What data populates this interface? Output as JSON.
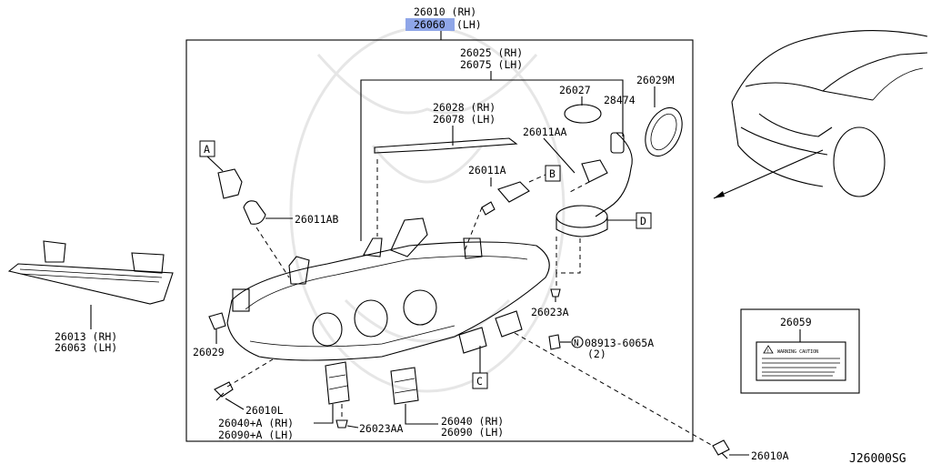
{
  "title_labels": {
    "rh": "26010 (RH)",
    "lh_code": "26060",
    "lh_suffix": "(LH)"
  },
  "labels": {
    "housing": [
      "26025 (RH)",
      "26075 (LH)"
    ],
    "lens_strip": [
      "26028 (RH)",
      "26078 (LH)"
    ],
    "seal_27": "26027",
    "harness": "28474",
    "cap": "26029M",
    "bulb_aa": "26011AA",
    "bulb_a": "26011A",
    "bulb_ab": "26011AB",
    "lower_trim": [
      "26013 (RH)",
      "26063 (LH)"
    ],
    "socket_29": "26029",
    "screw_l": "26010L",
    "bracket_left": [
      "26040+A (RH)",
      "26090+A (LH)"
    ],
    "screw_aa": "26023AA",
    "bracket_right": [
      "26040 (RH)",
      "26090 (LH)"
    ],
    "screw_a": "26023A",
    "nut_code": "08913-6065A",
    "nut_qty": "(2)",
    "nut_symbol": "N",
    "label_part": "26059",
    "screw_10a": "26010A",
    "diagram_id": "J26000SG"
  },
  "callouts": {
    "a": "A",
    "b": "B",
    "c": "C",
    "d": "D"
  },
  "warning_label": {
    "symbol": "!",
    "mini_text": "WARNING  CAUTION"
  },
  "colors": {
    "highlight": "#8fa6e8",
    "line": "#000000",
    "watermark": "#e6e6e6"
  }
}
